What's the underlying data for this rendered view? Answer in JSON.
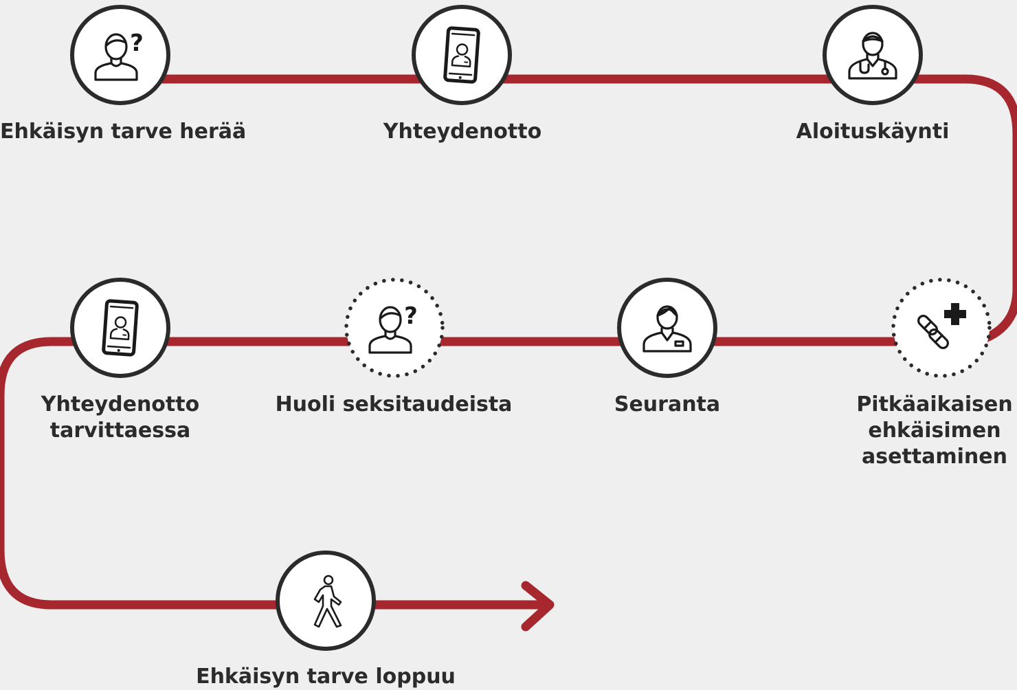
{
  "diagram": {
    "path_color": "#a6272d",
    "circle_border_color": "#2b2b2b",
    "circle_fill_color": "#ffffff",
    "background_color": "#efefef",
    "steps": [
      {
        "label": [
          "Ehkäisyn tarve herää"
        ],
        "icon": "person-question-icon",
        "optional": false
      },
      {
        "label": [
          "Yhteydenotto"
        ],
        "icon": "phone-icon",
        "optional": false
      },
      {
        "label": [
          "Aloituskäynti"
        ],
        "icon": "doctor-icon",
        "optional": false
      },
      {
        "label": [
          "Pitkäaikaisen",
          "ehkäisimen",
          "asettaminen"
        ],
        "icon": "pills-icon",
        "optional": true
      },
      {
        "label": [
          "Seuranta"
        ],
        "icon": "nurse-icon",
        "optional": false
      },
      {
        "label": [
          "Huoli seksitaudeista"
        ],
        "icon": "person-question-icon",
        "optional": true
      },
      {
        "label": [
          "Yhteydenotto",
          "tarvittaessa"
        ],
        "icon": "phone-icon",
        "optional": false
      },
      {
        "label": [
          "Ehkäisyn tarve loppuu"
        ],
        "icon": "walking-person-icon",
        "optional": false
      }
    ]
  }
}
